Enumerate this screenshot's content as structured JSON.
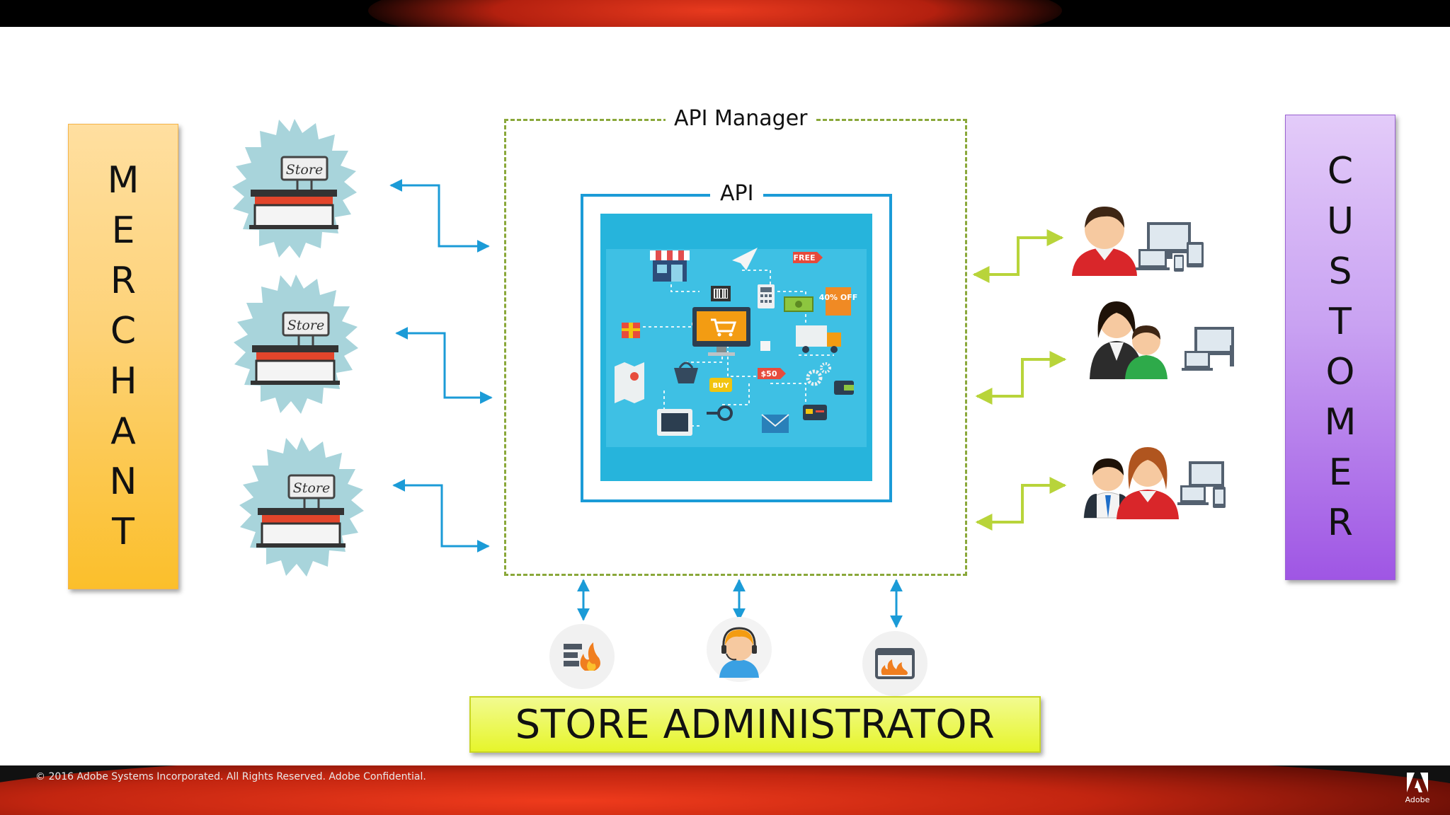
{
  "diagram": {
    "api_manager_label": "API Manager",
    "api_label": "API",
    "merchant_letters": [
      "M",
      "E",
      "R",
      "C",
      "H",
      "A",
      "N",
      "T"
    ],
    "customer_letters": [
      "C",
      "U",
      "S",
      "T",
      "O",
      "M",
      "E",
      "R"
    ],
    "store_signs": [
      "Store",
      "Store",
      "Store"
    ],
    "store_administrator": "STORE ADMINISTRATOR",
    "illustration_tags": {
      "free": "FREE",
      "discount": "40% OFF",
      "price": "$50",
      "buy": "BUY"
    }
  },
  "footer": {
    "copyright": "© 2016 Adobe Systems Incorporated.  All Rights Reserved.  Adobe Confidential.",
    "logo_text": "Adobe"
  },
  "colors": {
    "merchant_panel": "#fcc63c",
    "customer_panel": "#b47ceb",
    "api_manager_border": "#8aa83a",
    "api_border": "#1b9bd7",
    "store_arrows": "#1b9bd7",
    "customer_arrows": "#b8d43a",
    "admin_bar": "#ebf84a"
  }
}
